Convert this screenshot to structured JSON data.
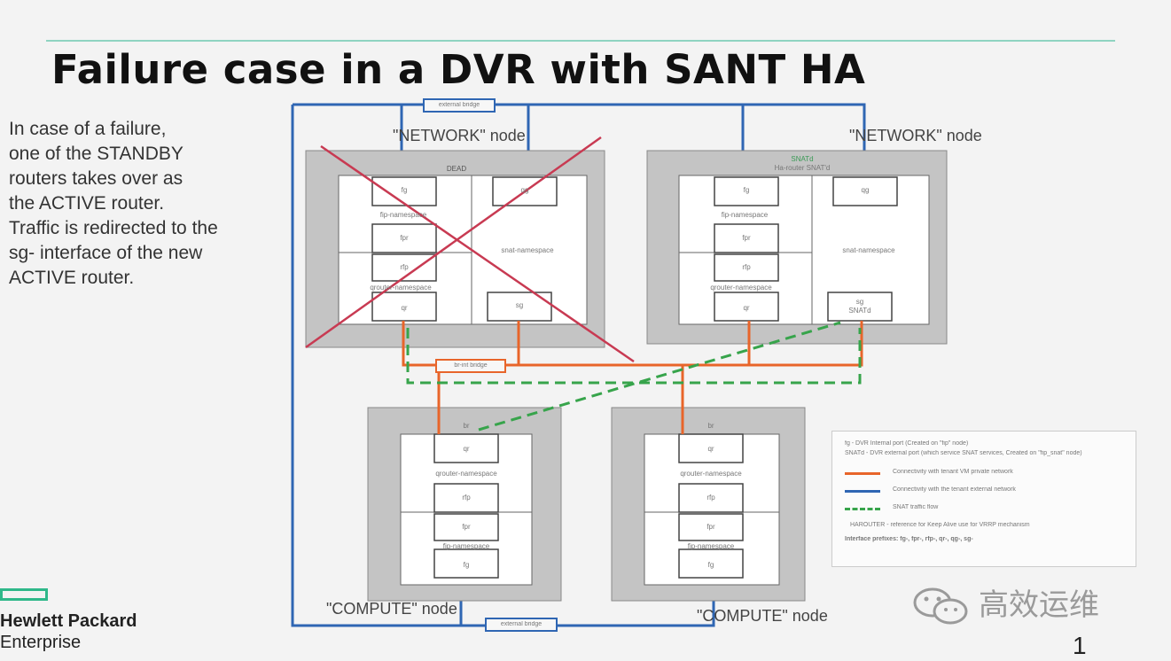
{
  "slide": {
    "title": "Failure case in a DVR with SANT HA",
    "description_lines": [
      "In case of a failure,",
      "one of the STANDBY",
      "routers takes over as",
      "the ACTIVE router.",
      "Traffic is redirected to the",
      "sg- interface of the new",
      "ACTIVE router."
    ],
    "page_number": "1"
  },
  "diagram": {
    "network_node_label": "\"NETWORK\" node",
    "compute_node_label": "\"COMPUTE\" node",
    "node_left": {
      "status": "DEAD",
      "ns_fip": "fip-namespace",
      "ns_snat": "snat-namespace",
      "ns_qrouter": "qrouter-namespace",
      "p_fg": "fg",
      "p_qg": "qg",
      "p_fpr": "fpr",
      "p_rfp": "rfp",
      "p_qr": "qr",
      "p_sg": "sg"
    },
    "node_right": {
      "status": "SNATd",
      "status2": "Ha-router SNAT'd",
      "ns_fip": "fip-namespace",
      "ns_snat": "snat-namespace",
      "ns_qrouter": "qrouter-namespace",
      "p_fg": "fg",
      "p_qg": "qg",
      "p_fpr": "fpr",
      "p_rfp": "rfp",
      "p_qr": "qr",
      "p_sg": "sg",
      "p_sg2": "SNATd"
    },
    "compute_ns_qrouter": "qrouter-namespace",
    "compute_ns_fip": "fip-namespace",
    "compute_p_qr": "qr",
    "compute_p_rfp": "rfp",
    "compute_p_fpr": "fpr",
    "compute_p_fg": "fg",
    "compute_p_br": "br",
    "switch_top": "external bridge",
    "switch_mid": "br-int bridge",
    "switch_bottom": "external bridge"
  },
  "legend": {
    "line1": "fg - DVR Internal port (Created on \"fip\" node)",
    "line2": "SNATd - DVR external port (which service SNAT services, Created on \"fip_snat\" node)",
    "orange": "Connectivity with tenant VM private network",
    "blue": "Connectivity with the tenant external network",
    "green": "SNAT traffic flow",
    "line6": "HAROUTER - reference for Keep Alive use for VRRP mechanism",
    "line7": "Interface prefixes: fg-, fpr-, rfp-, qr-, qg-, sg-",
    "colors": {
      "orange": "#e8652a",
      "blue": "#2f66b3",
      "green": "#37a44b",
      "cross": "#c83a52"
    }
  },
  "branding": {
    "company": "Hewlett Packard",
    "company_sub": "Enterprise",
    "bar_color": "#2fb88a",
    "watermark": "高效运维"
  }
}
